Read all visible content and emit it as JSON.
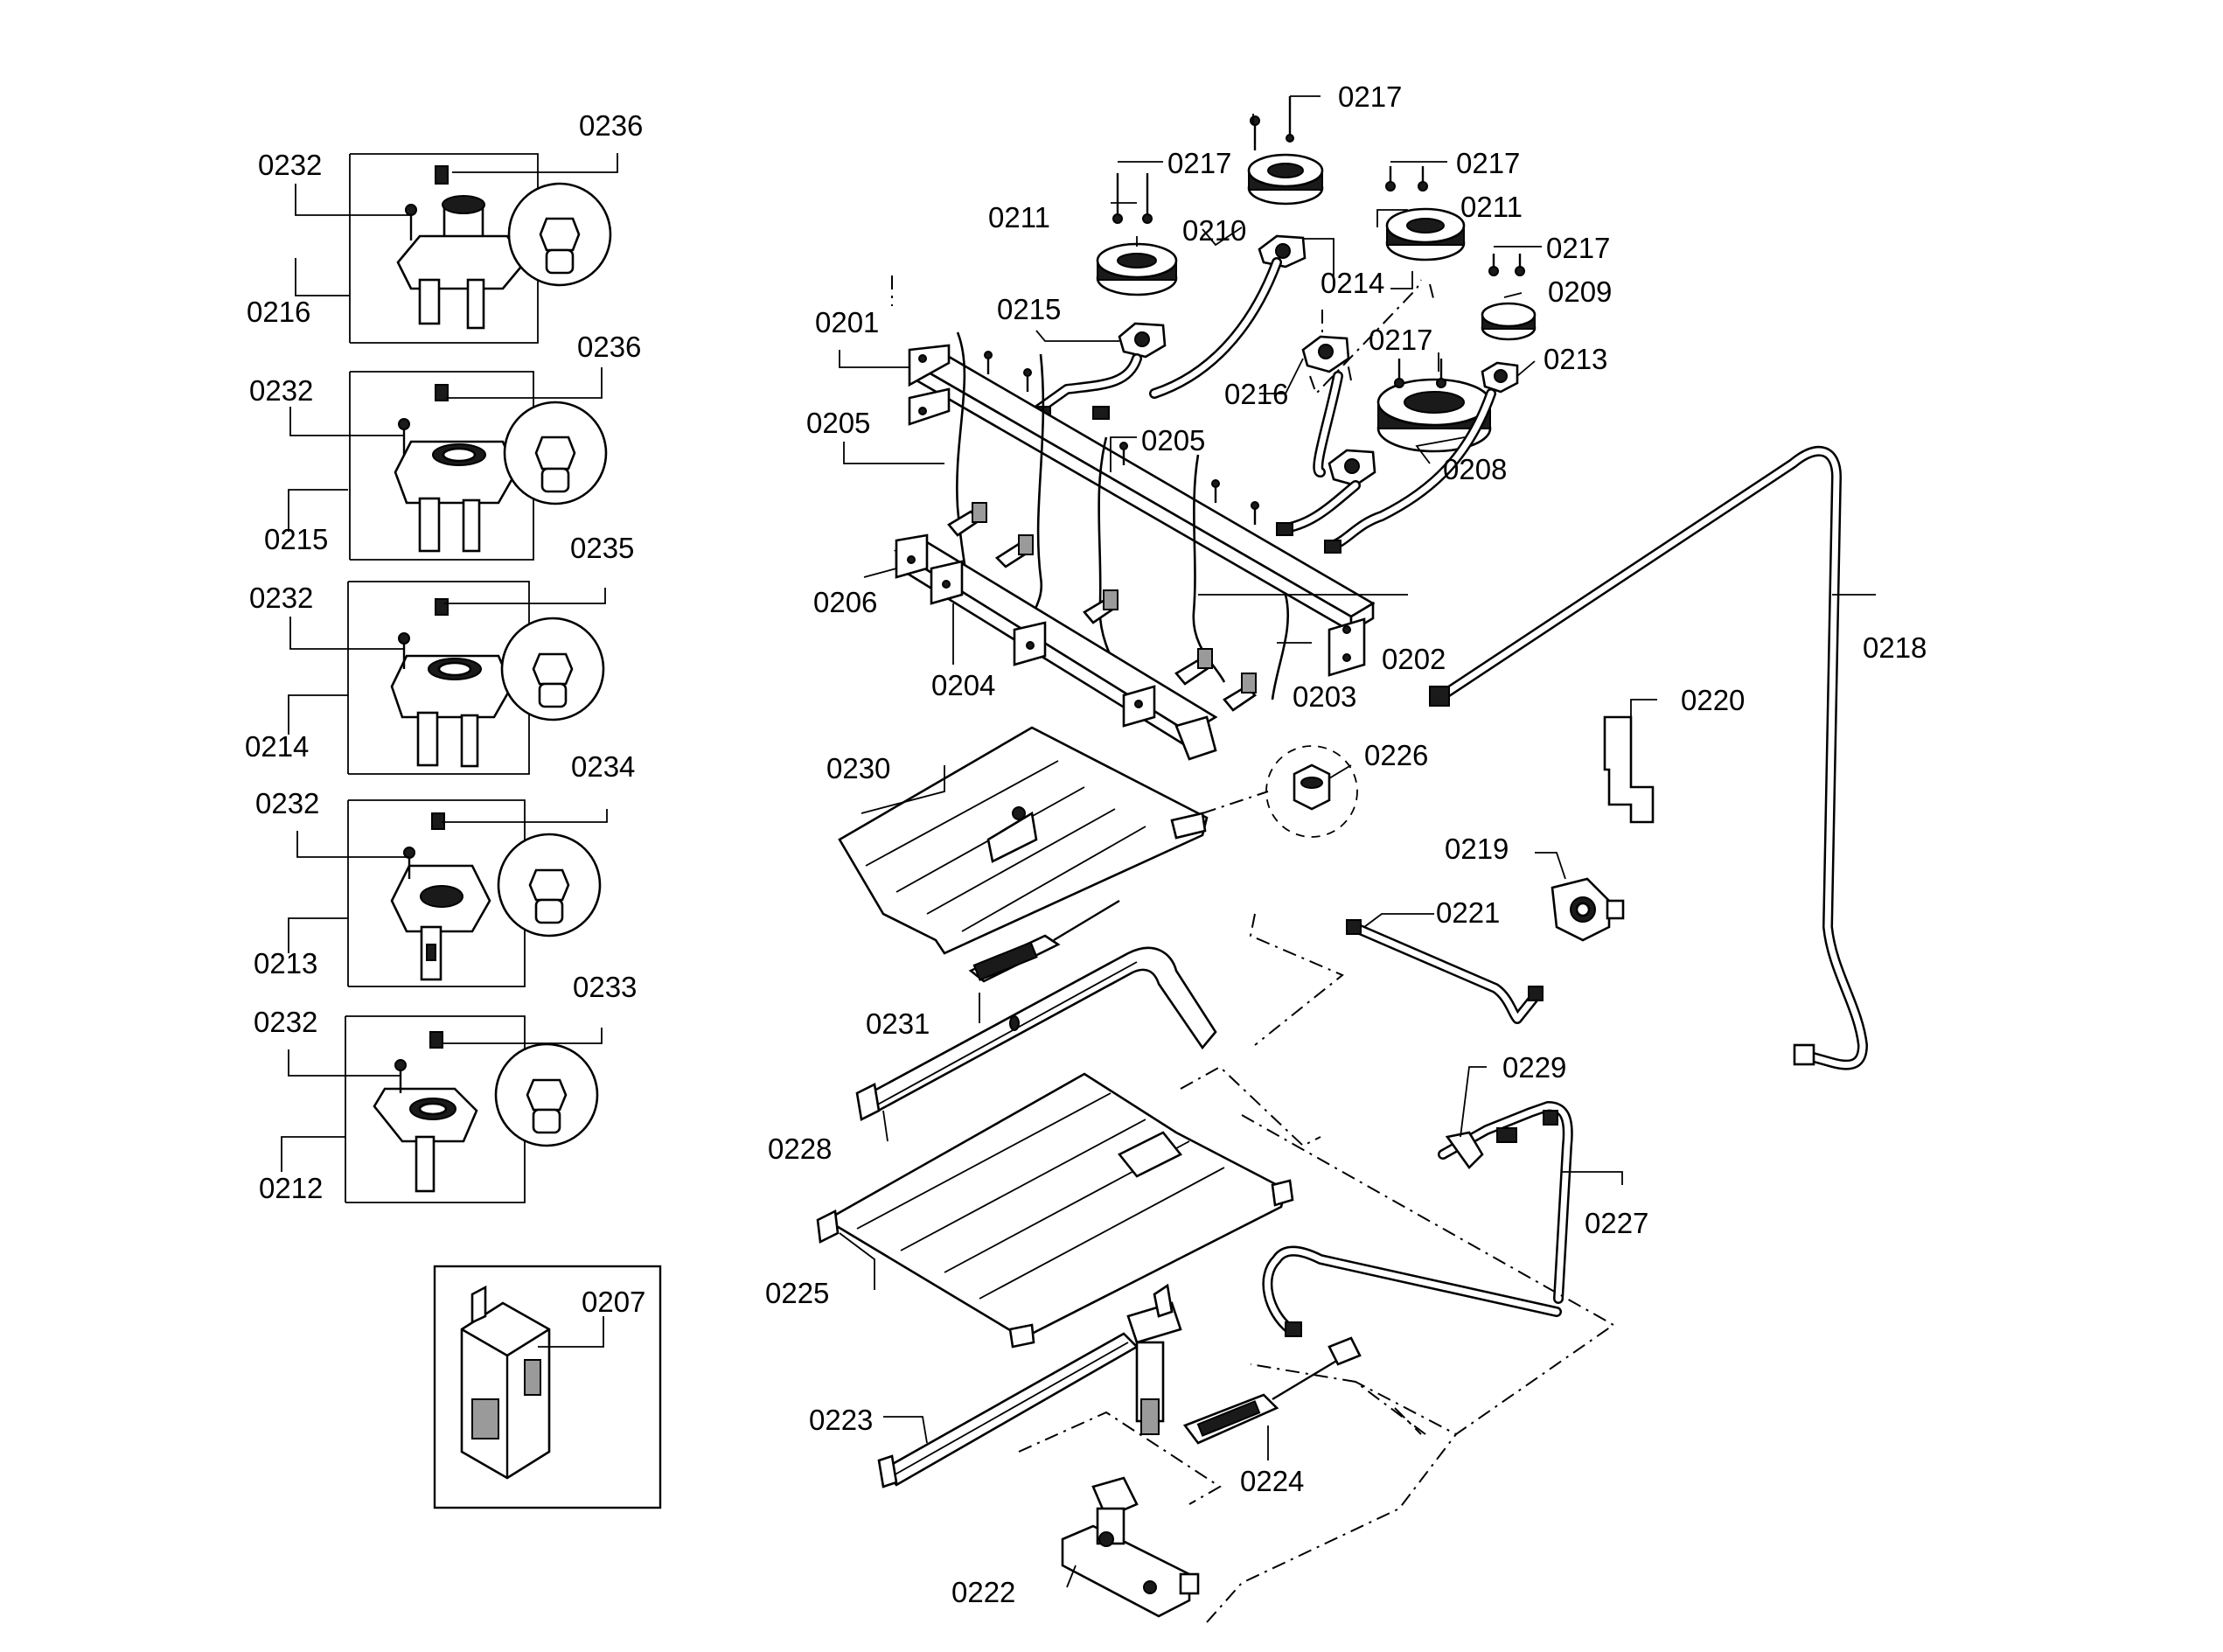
{
  "labels": {
    "l0236a": "0236",
    "l0232a": "0232",
    "l0216a": "0216",
    "l0236b": "0236",
    "l0232b": "0232",
    "l0215a": "0215",
    "l0235": "0235",
    "l0232c": "0232",
    "l0214a": "0214",
    "l0234": "0234",
    "l0232d": "0232",
    "l0213a": "0213",
    "l0233": "0233",
    "l0232e": "0232",
    "l0212": "0212",
    "l0207": "0207",
    "l0217a": "0217",
    "l0217b": "0217",
    "l0217c": "0217",
    "l0217d": "0217",
    "l0217e": "0217",
    "l0211a": "0211",
    "l0211b": "0211",
    "l0210": "0210",
    "l0214b": "0214",
    "l0215b": "0215",
    "l0209": "0209",
    "l0213b": "0213",
    "l0216b": "0216",
    "l0208": "0208",
    "l0201": "0201",
    "l0205a": "0205",
    "l0205b": "0205",
    "l0206": "0206",
    "l0204": "0204",
    "l0202": "0202",
    "l0203": "0203",
    "l0218": "0218",
    "l0220": "0220",
    "l0226": "0226",
    "l0230": "0230",
    "l0219": "0219",
    "l0221": "0221",
    "l0231": "0231",
    "l0229": "0229",
    "l0228": "0228",
    "l0227": "0227",
    "l0225": "0225",
    "l0223": "0223",
    "l0224": "0224",
    "l0222": "0222"
  }
}
